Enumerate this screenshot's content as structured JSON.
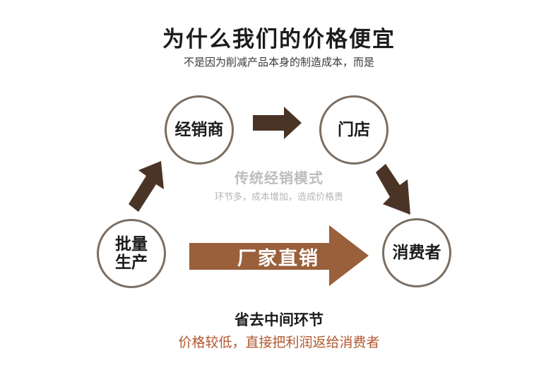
{
  "header": {
    "title": "为什么我们的价格便宜",
    "subtitle": "不是因为削减产品本身的制造成本，而是"
  },
  "nodes": {
    "distributor": "经销商",
    "store": "门店",
    "production_line1": "批量",
    "production_line2": "生产",
    "consumer": "消费者"
  },
  "traditional": {
    "title": "传统经销模式",
    "description": "环节多，成本增加，造成价格贵"
  },
  "direct": {
    "label": "厂家直销"
  },
  "footer": {
    "title": "省去中间环节",
    "subtitle": "价格较低，直接把利润返给消费者"
  },
  "colors": {
    "dark_arrow": "#4a3426",
    "big_arrow": "#9a5f3b",
    "circle_border": "#7b6e62",
    "accent_text": "#b2582d"
  }
}
